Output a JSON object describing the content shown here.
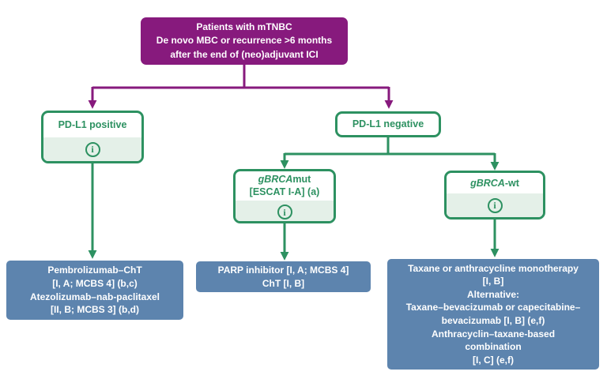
{
  "palette": {
    "purple": "#871A7D",
    "green": "#2D9161",
    "green-light": "#E4F0E8",
    "blue": "#5D84AE",
    "text-light": "#FFFFFF"
  },
  "icons": {
    "info_glyph": "i"
  },
  "root_box": {
    "lines": [
      "Patients with mTNBC",
      "De novo MBC or recurrence >6 months",
      "after the end of (neo)adjuvant ICI"
    ]
  },
  "decisions": {
    "pdl1_positive": {
      "label": "PD-L1 positive"
    },
    "pdl1_negative": {
      "label": "PD-L1 negative"
    },
    "gbrca_mut": {
      "gene": "gBRCA",
      "suffix": "mut",
      "line2": "[ESCAT I-A] (a)"
    },
    "gbrca_wt": {
      "gene": "gBRCA",
      "suffix": "-wt"
    }
  },
  "treatments": {
    "pdl1_positive": {
      "lines": [
        "Pembrolizumab–ChT",
        "[I, A; MCBS 4] (b,c)",
        "Atezolizumab–nab-paclitaxel",
        "[II, B; MCBS 3] (b,d)"
      ]
    },
    "gbrca_mut": {
      "lines": [
        "PARP inhibitor [I, A; MCBS 4]",
        "ChT [I, B]"
      ]
    },
    "gbrca_wt": {
      "lines": [
        "Taxane or anthracycline monotherapy",
        "[I, B]",
        "Alternative:",
        "Taxane–bevacizumab or capecitabine–",
        "bevacizumab [I, B] (e,f)",
        "Anthracyclin–taxane-based",
        "combination",
        "[I, C] (e,f)"
      ]
    }
  }
}
